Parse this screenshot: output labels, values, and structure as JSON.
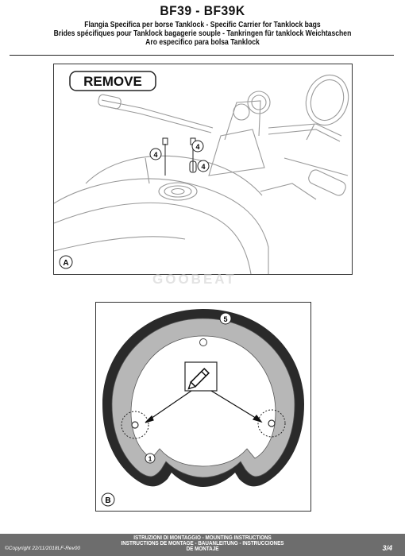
{
  "header": {
    "title": "BF39 - BF39K",
    "lines": [
      "Flangia Specifica per borse Tanklock - Specific Carrier for Tanklock bags",
      "Brides spécifiques pour Tanklock bagagerie souple - Tankringen für tanklock Weichtaschen",
      "Aro especifico para bolsa Tanklock"
    ]
  },
  "figure_a": {
    "banner": "REMOVE",
    "label": "A",
    "callouts": [
      "4",
      "4",
      "4"
    ]
  },
  "figure_b": {
    "label": "B",
    "callout": "5",
    "ring_index": "1"
  },
  "watermark": "GOOBEAT",
  "footer": {
    "lines": [
      "ISTRUZIONI DI MONTAGGIO - MOUNTING INSTRUCTIONS",
      "INSTRUCTIONS DE MONTAGE - BAUANLEITUNG - INSTRUCCIONES",
      "DE MONTAJE"
    ],
    "copyright": "©Copyright 22/11/2018LF-Rev00",
    "page": "3/4"
  }
}
